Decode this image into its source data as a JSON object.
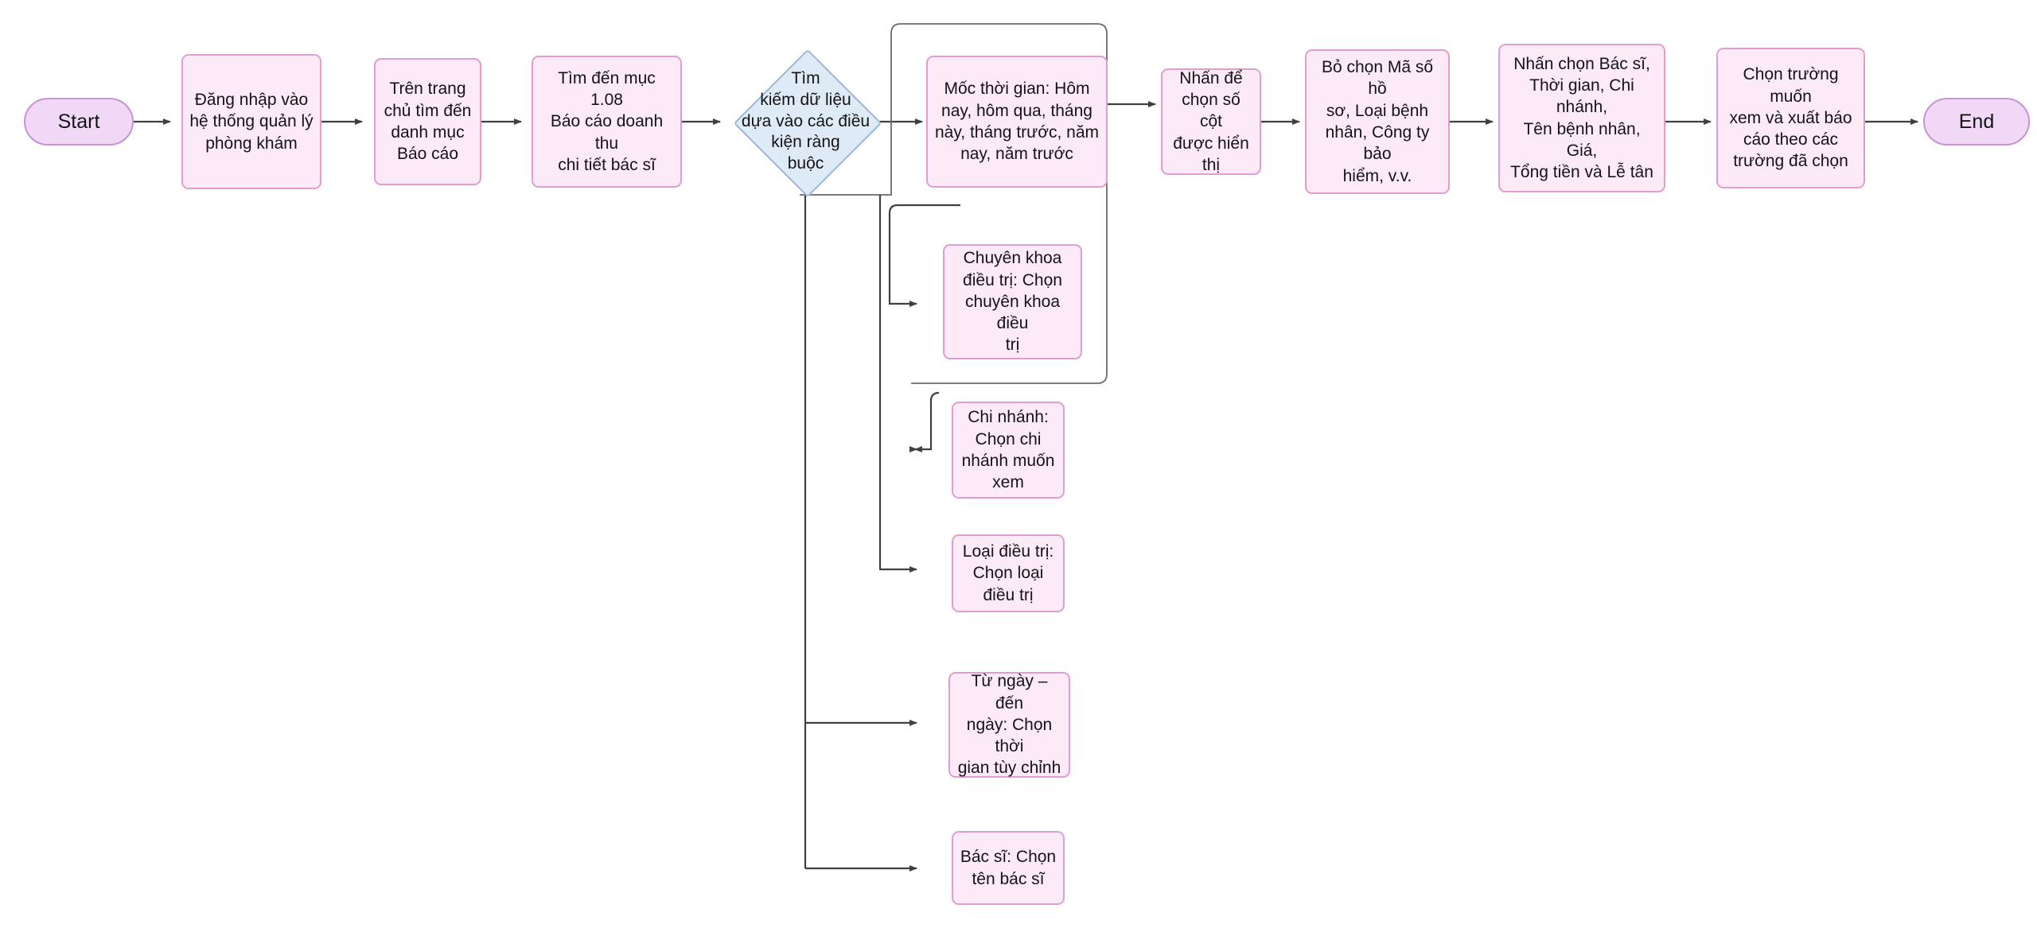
{
  "diagram": {
    "type": "flowchart",
    "title": "Quy trinh bao cao doanh thu chi tiet bac si",
    "colors": {
      "process_fill": "#fdeaf7",
      "process_border": "#e09dd0",
      "terminator_fill": "#f2d8f7",
      "terminator_border": "#c792d6",
      "decision_fill": "#deeaf6",
      "decision_border": "#9bb8d4",
      "connector": "#404040",
      "background": "#ffffff",
      "text": "#141414"
    },
    "nodes": {
      "start": {
        "label": "Start",
        "shape": "terminator"
      },
      "login": {
        "label": "Đăng nhập vào\nhệ thống quản lý\nphòng khám",
        "shape": "process"
      },
      "home_menu": {
        "label": "Trên trang\nchủ tìm đến\ndanh mục\nBáo cáo",
        "shape": "process"
      },
      "find_item": {
        "label": "Tìm đến mục 1.08\nBáo cáo doanh thu\nchi tiết bác sĩ",
        "shape": "process"
      },
      "decision": {
        "label": "Tìm\nkiếm dữ liệu\ndựa vào các điều\nkiện ràng\nbuộc",
        "shape": "decision"
      },
      "time_range": {
        "label": "Mốc thời gian: Hôm\nnay, hôm qua, tháng\nnày, tháng trước, năm\nnay, năm trước",
        "shape": "process"
      },
      "specialty": {
        "label": "Chuyên khoa\nđiều trị: Chọn\nchuyên khoa điều\ntrị",
        "shape": "process"
      },
      "branch": {
        "label": "Chi nhánh:\nChọn chi\nnhánh muốn\nxem",
        "shape": "process"
      },
      "treatment_type": {
        "label": "Loại điều trị:\nChọn loại\nđiều trị",
        "shape": "process"
      },
      "date_range": {
        "label": "Từ ngày – đến\nngày: Chọn thời\ngian tùy chỉnh",
        "shape": "process"
      },
      "doctor": {
        "label": "Bác sĩ: Chọn\ntên bác sĩ",
        "shape": "process"
      },
      "columns": {
        "label": "Nhấn để\nchọn số cột\nđược hiển thị",
        "shape": "process"
      },
      "deselect": {
        "label": "Bỏ chọn Mã số hồ\nsơ, Loại bệnh\nnhân, Công ty bảo\nhiểm, v.v.",
        "shape": "process"
      },
      "select_fields": {
        "label": "Nhấn chọn Bác sĩ,\nThời gian, Chi nhánh,\nTên bệnh nhân, Giá,\nTổng tiền và Lễ tân",
        "shape": "process"
      },
      "export": {
        "label": "Chọn trường muốn\nxem và xuất báo\ncáo theo các\ntrường đã chọn",
        "shape": "process"
      },
      "end": {
        "label": "End",
        "shape": "terminator"
      }
    },
    "edges": [
      {
        "from": "start",
        "to": "login"
      },
      {
        "from": "login",
        "to": "home_menu"
      },
      {
        "from": "home_menu",
        "to": "find_item"
      },
      {
        "from": "find_item",
        "to": "decision"
      },
      {
        "from": "decision",
        "to": "time_range"
      },
      {
        "from": "decision",
        "to": "specialty"
      },
      {
        "from": "decision",
        "to": "branch"
      },
      {
        "from": "decision",
        "to": "treatment_type"
      },
      {
        "from": "decision",
        "to": "date_range"
      },
      {
        "from": "decision",
        "to": "doctor"
      },
      {
        "from": "time_range",
        "to": "columns"
      },
      {
        "from": "columns",
        "to": "deselect"
      },
      {
        "from": "deselect",
        "to": "select_fields"
      },
      {
        "from": "select_fields",
        "to": "export"
      },
      {
        "from": "export",
        "to": "end"
      }
    ]
  }
}
